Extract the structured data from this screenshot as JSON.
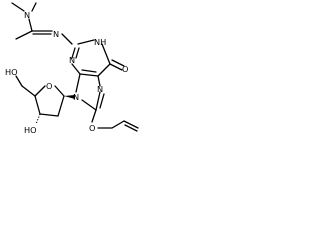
{
  "structure": {
    "atom_labels": {
      "n_dimethyl": "N",
      "n_imine": "N",
      "nh_ring": "NH",
      "n3": "N",
      "n7": "N",
      "n9": "N",
      "o_carbonyl": "O",
      "o_ether": "O",
      "o_sugar_ring": "O",
      "oh_5prime": "HO",
      "oh_3prime": "HO"
    }
  },
  "colors": {
    "ink": "#000000",
    "background": "#ffffff"
  }
}
